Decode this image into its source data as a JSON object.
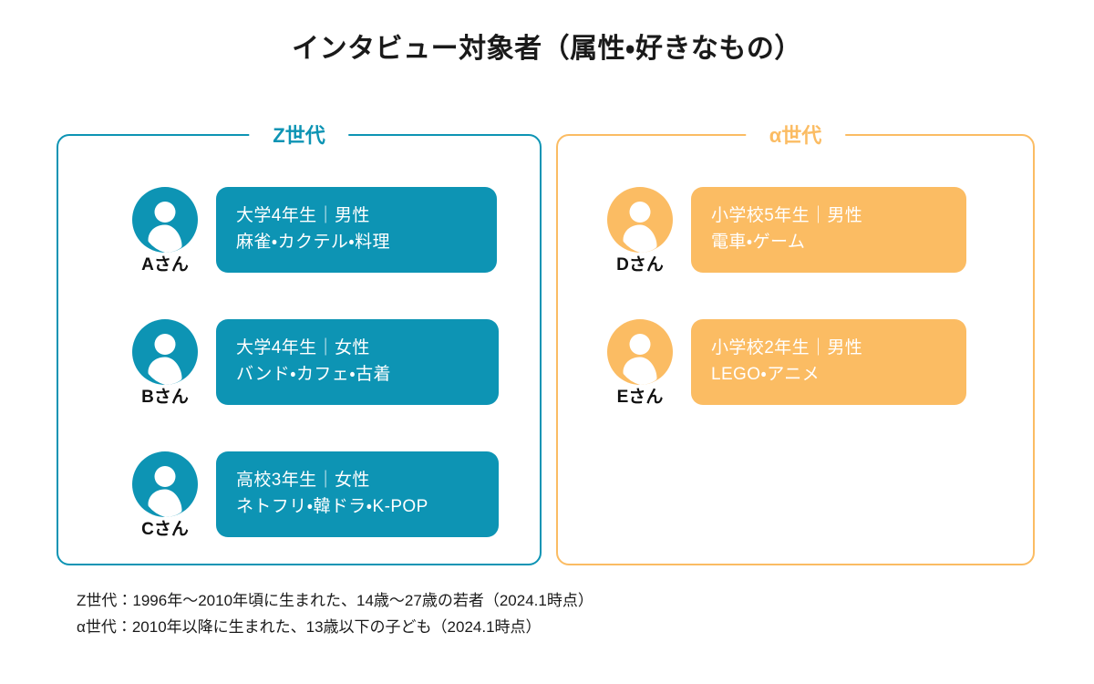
{
  "title": "インタビュー対象者（属性・好きなもの）",
  "colors": {
    "teal": "#0d94b4",
    "orange": "#fbbc63",
    "text": "#1a1a1a",
    "background": "#ffffff"
  },
  "panels": [
    {
      "id": "z-generation",
      "label": "Z世代",
      "accent": "#0d94b4",
      "people": [
        {
          "name": "Aさん",
          "avatar_icon": "person-icon",
          "attribute": "大学4年生｜男性",
          "likes": "麻雀・カクテル・料理"
        },
        {
          "name": "Bさん",
          "avatar_icon": "person-icon",
          "attribute": "大学4年生｜女性",
          "likes": "バンド・カフェ・古着"
        },
        {
          "name": "Cさん",
          "avatar_icon": "person-icon",
          "attribute": "高校3年生｜女性",
          "likes": "ネトフリ・韓ドラ・K-POP"
        }
      ]
    },
    {
      "id": "alpha-generation",
      "label": "α世代",
      "accent": "#fbbc63",
      "people": [
        {
          "name": "Dさん",
          "avatar_icon": "person-icon",
          "attribute": "小学校5年生｜男性",
          "likes": "電車・ゲーム"
        },
        {
          "name": "Eさん",
          "avatar_icon": "person-icon",
          "attribute": "小学校2年生｜男性",
          "likes": "LEGO・アニメ"
        }
      ]
    }
  ],
  "footnotes": [
    "Z世代：1996年〜2010年頃に生まれた、14歳〜27歳の若者（2024.1時点）",
    "α世代：2010年以降に生まれた、13歳以下の子ども（2024.1時点）"
  ]
}
